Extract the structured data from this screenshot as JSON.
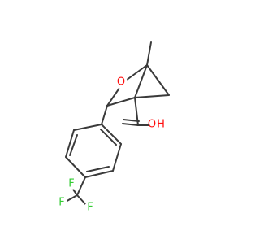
{
  "molecule": {
    "atoms": {
      "ring_oxygen": "O",
      "hydroxyl_oxygen": "O",
      "hydroxyl_hydrogen": "H",
      "fluorine_top": "F",
      "fluorine_left": "F",
      "fluorine_right": "F"
    },
    "colors": {
      "bond": "#3a3a3a",
      "oxygen": "#ff0d0d",
      "fluorine": "#33cc33"
    }
  }
}
